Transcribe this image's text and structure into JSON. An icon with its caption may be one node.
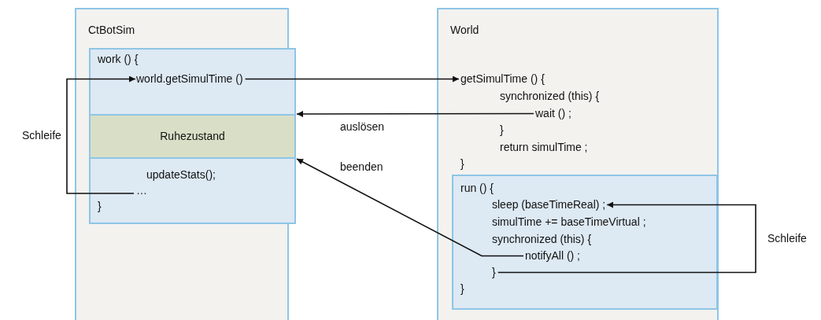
{
  "diagram": {
    "nodes": [
      {
        "text": [
          "CtBotSim"
        ]
      },
      {
        "text": [
          "work () {",
          "}"
        ],
        "in": 0
      },
      {
        "text": [
          "world.getSimulTime ()"
        ],
        "in": 1
      },
      {
        "text": [
          "Ruhezustand"
        ],
        "in": 1
      },
      {
        "text": [
          "updateStats();"
        ],
        "in": 1
      },
      {
        "text": [
          "…"
        ],
        "in": 1
      },
      {
        "text": [
          "World"
        ]
      },
      {
        "text": [
          "getSimulTime () {"
        ],
        "in": 6
      },
      {
        "text": [
          "wait () ;"
        ],
        "in": 6
      },
      {
        "text": [
          "run () {",
          "}"
        ],
        "in": 6
      },
      {
        "text": [
          "sleep (baseTimeReal) ;"
        ],
        "in": 9
      },
      {
        "text": [
          "notifyAll () ;"
        ],
        "in": 9
      },
      {
        "text": [
          "}"
        ],
        "in": 9
      }
    ],
    "edges": [
      {
        "from": 2,
        "to": 7,
        "arrow": "to"
      },
      {
        "from": 8,
        "to": 3,
        "arrow": "to",
        "label": "auslösen"
      },
      {
        "from": 11,
        "to": 3,
        "arrow": "to",
        "label": "beenden"
      },
      {
        "from": 5,
        "to": 2,
        "arrow": "to",
        "label": "Schleife"
      },
      {
        "from": 12,
        "to": 10,
        "arrow": "to",
        "label": "Schleife"
      }
    ],
    "labels": [
      "synchronized (this) {",
      "}",
      "return simulTime ;",
      "}",
      "simulTime += baseTimeVirtual ;",
      "synchronized (this) {"
    ]
  }
}
